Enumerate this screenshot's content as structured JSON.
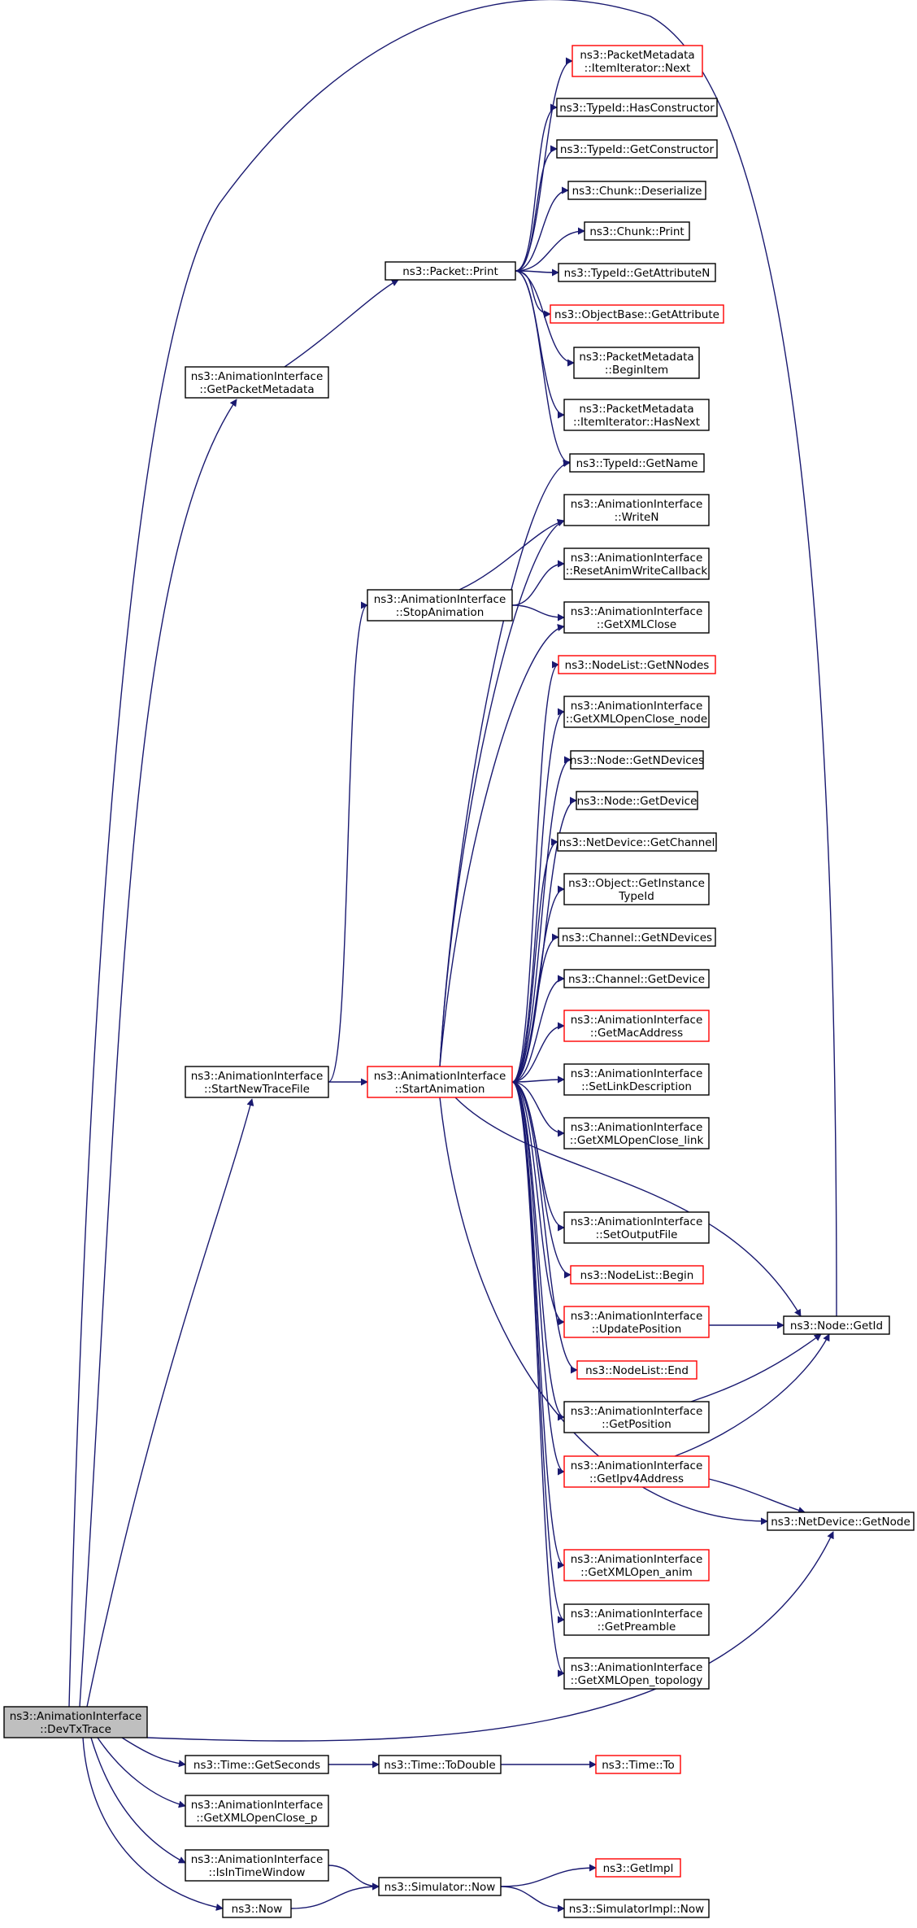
{
  "colors": {
    "edge": "#191970",
    "normal_border": "#000000",
    "truncated_border": "#ff0000",
    "root_fill": "#bfbfbf",
    "node_fill": "#ffffff"
  },
  "nodes": [
    {
      "id": "devtx",
      "lines": [
        "ns3::AnimationInterface",
        "::DevTxTrace"
      ],
      "style": "root"
    },
    {
      "id": "getpktmeta",
      "lines": [
        "ns3::AnimationInterface",
        "::GetPacketMetadata"
      ],
      "style": "normal"
    },
    {
      "id": "startnewtrace",
      "lines": [
        "ns3::AnimationInterface",
        "::StartNewTraceFile"
      ],
      "style": "normal"
    },
    {
      "id": "time_getseconds",
      "lines": [
        "ns3::Time::GetSeconds"
      ],
      "style": "normal"
    },
    {
      "id": "getxmlopenclose_p",
      "lines": [
        "ns3::AnimationInterface",
        "::GetXMLOpenClose_p"
      ],
      "style": "normal"
    },
    {
      "id": "isintimewindow",
      "lines": [
        "ns3::AnimationInterface",
        "::IsInTimeWindow"
      ],
      "style": "normal"
    },
    {
      "id": "ns3_now",
      "lines": [
        "ns3::Now"
      ],
      "style": "normal"
    },
    {
      "id": "packet_print",
      "lines": [
        "ns3::Packet::Print"
      ],
      "style": "normal"
    },
    {
      "id": "stopanim",
      "lines": [
        "ns3::AnimationInterface",
        "::StopAnimation"
      ],
      "style": "normal"
    },
    {
      "id": "startanim",
      "lines": [
        "ns3::AnimationInterface",
        "::StartAnimation"
      ],
      "style": "truncated"
    },
    {
      "id": "time_todouble",
      "lines": [
        "ns3::Time::ToDouble"
      ],
      "style": "normal"
    },
    {
      "id": "sim_now",
      "lines": [
        "ns3::Simulator::Now"
      ],
      "style": "normal"
    },
    {
      "id": "pm_next",
      "lines": [
        "ns3::PacketMetadata",
        "::ItemIterator::Next"
      ],
      "style": "truncated"
    },
    {
      "id": "hasctor",
      "lines": [
        "ns3::TypeId::HasConstructor"
      ],
      "style": "normal"
    },
    {
      "id": "getctor",
      "lines": [
        "ns3::TypeId::GetConstructor"
      ],
      "style": "normal"
    },
    {
      "id": "chunk_deser",
      "lines": [
        "ns3::Chunk::Deserialize"
      ],
      "style": "normal"
    },
    {
      "id": "chunk_print",
      "lines": [
        "ns3::Chunk::Print"
      ],
      "style": "normal"
    },
    {
      "id": "getattrn",
      "lines": [
        "ns3::TypeId::GetAttributeN"
      ],
      "style": "normal"
    },
    {
      "id": "objbase_getattr",
      "lines": [
        "ns3::ObjectBase::GetAttribute"
      ],
      "style": "truncated"
    },
    {
      "id": "pm_beginitem",
      "lines": [
        "ns3::PacketMetadata",
        "::BeginItem"
      ],
      "style": "normal"
    },
    {
      "id": "pm_hasnext",
      "lines": [
        "ns3::PacketMetadata",
        "::ItemIterator::HasNext"
      ],
      "style": "normal"
    },
    {
      "id": "typeid_getname",
      "lines": [
        "ns3::TypeId::GetName"
      ],
      "style": "normal"
    },
    {
      "id": "writen",
      "lines": [
        "ns3::AnimationInterface",
        "::WriteN"
      ],
      "style": "normal"
    },
    {
      "id": "resetanimwrite",
      "lines": [
        "ns3::AnimationInterface",
        "::ResetAnimWriteCallback"
      ],
      "style": "normal"
    },
    {
      "id": "getxmlclose",
      "lines": [
        "ns3::AnimationInterface",
        "::GetXMLClose"
      ],
      "style": "normal"
    },
    {
      "id": "nodelist_getnnodes",
      "lines": [
        "ns3::NodeList::GetNNodes"
      ],
      "style": "truncated"
    },
    {
      "id": "getxmlopenclose_node",
      "lines": [
        "ns3::AnimationInterface",
        "::GetXMLOpenClose_node"
      ],
      "style": "normal"
    },
    {
      "id": "node_getndevices",
      "lines": [
        "ns3::Node::GetNDevices"
      ],
      "style": "normal"
    },
    {
      "id": "node_getdevice",
      "lines": [
        "ns3::Node::GetDevice"
      ],
      "style": "normal"
    },
    {
      "id": "netdev_getchannel",
      "lines": [
        "ns3::NetDevice::GetChannel"
      ],
      "style": "normal"
    },
    {
      "id": "obj_getinstance",
      "lines": [
        "ns3::Object::GetInstance",
        "TypeId"
      ],
      "style": "normal"
    },
    {
      "id": "chan_getndevices",
      "lines": [
        "ns3::Channel::GetNDevices"
      ],
      "style": "normal"
    },
    {
      "id": "chan_getdevice",
      "lines": [
        "ns3::Channel::GetDevice"
      ],
      "style": "normal"
    },
    {
      "id": "getmacaddr",
      "lines": [
        "ns3::AnimationInterface",
        "::GetMacAddress"
      ],
      "style": "truncated"
    },
    {
      "id": "setlinkdesc",
      "lines": [
        "ns3::AnimationInterface",
        "::SetLinkDescription"
      ],
      "style": "normal"
    },
    {
      "id": "getxmlopenclose_link",
      "lines": [
        "ns3::AnimationInterface",
        "::GetXMLOpenClose_link"
      ],
      "style": "normal"
    },
    {
      "id": "setoutputfile",
      "lines": [
        "ns3::AnimationInterface",
        "::SetOutputFile"
      ],
      "style": "normal"
    },
    {
      "id": "nodelist_begin",
      "lines": [
        "ns3::NodeList::Begin"
      ],
      "style": "truncated"
    },
    {
      "id": "updatepos",
      "lines": [
        "ns3::AnimationInterface",
        "::UpdatePosition"
      ],
      "style": "truncated"
    },
    {
      "id": "nodelist_end",
      "lines": [
        "ns3::NodeList::End"
      ],
      "style": "truncated"
    },
    {
      "id": "getposition",
      "lines": [
        "ns3::AnimationInterface",
        "::GetPosition"
      ],
      "style": "normal"
    },
    {
      "id": "getipv4",
      "lines": [
        "ns3::AnimationInterface",
        "::GetIpv4Address"
      ],
      "style": "truncated"
    },
    {
      "id": "getxmlopen_anim",
      "lines": [
        "ns3::AnimationInterface",
        "::GetXMLOpen_anim"
      ],
      "style": "truncated"
    },
    {
      "id": "getpreamble",
      "lines": [
        "ns3::AnimationInterface",
        "::GetPreamble"
      ],
      "style": "normal"
    },
    {
      "id": "getxmlopen_topo",
      "lines": [
        "ns3::AnimationInterface",
        "::GetXMLOpen_topology"
      ],
      "style": "normal"
    },
    {
      "id": "time_to",
      "lines": [
        "ns3::Time::To"
      ],
      "style": "truncated"
    },
    {
      "id": "getimpl",
      "lines": [
        "ns3::GetImpl"
      ],
      "style": "truncated"
    },
    {
      "id": "simimpl_now",
      "lines": [
        "ns3::SimulatorImpl::Now"
      ],
      "style": "normal"
    },
    {
      "id": "node_getid",
      "lines": [
        "ns3::Node::GetId"
      ],
      "style": "normal"
    },
    {
      "id": "netdev_getnode",
      "lines": [
        "ns3::NetDevice::GetNode"
      ],
      "style": "normal"
    }
  ],
  "edges": [
    [
      "devtx",
      "getpktmeta"
    ],
    [
      "devtx",
      "startnewtrace"
    ],
    [
      "devtx",
      "time_getseconds"
    ],
    [
      "devtx",
      "getxmlopenclose_p"
    ],
    [
      "devtx",
      "isintimewindow"
    ],
    [
      "devtx",
      "ns3_now"
    ],
    [
      "devtx",
      "node_getid"
    ],
    [
      "devtx",
      "netdev_getnode"
    ],
    [
      "getpktmeta",
      "packet_print"
    ],
    [
      "packet_print",
      "pm_next"
    ],
    [
      "packet_print",
      "hasctor"
    ],
    [
      "packet_print",
      "getctor"
    ],
    [
      "packet_print",
      "chunk_deser"
    ],
    [
      "packet_print",
      "chunk_print"
    ],
    [
      "packet_print",
      "getattrn"
    ],
    [
      "packet_print",
      "objbase_getattr"
    ],
    [
      "packet_print",
      "pm_beginitem"
    ],
    [
      "packet_print",
      "pm_hasnext"
    ],
    [
      "packet_print",
      "typeid_getname"
    ],
    [
      "startnewtrace",
      "stopanim"
    ],
    [
      "startnewtrace",
      "startanim"
    ],
    [
      "stopanim",
      "writen"
    ],
    [
      "stopanim",
      "resetanimwrite"
    ],
    [
      "stopanim",
      "getxmlclose"
    ],
    [
      "startanim",
      "typeid_getname"
    ],
    [
      "startanim",
      "writen"
    ],
    [
      "startanim",
      "getxmlclose"
    ],
    [
      "startanim",
      "nodelist_getnnodes"
    ],
    [
      "startanim",
      "getxmlopenclose_node"
    ],
    [
      "startanim",
      "node_getndevices"
    ],
    [
      "startanim",
      "node_getdevice"
    ],
    [
      "startanim",
      "netdev_getchannel"
    ],
    [
      "startanim",
      "obj_getinstance"
    ],
    [
      "startanim",
      "chan_getndevices"
    ],
    [
      "startanim",
      "chan_getdevice"
    ],
    [
      "startanim",
      "getmacaddr"
    ],
    [
      "startanim",
      "setlinkdesc"
    ],
    [
      "startanim",
      "getxmlopenclose_link"
    ],
    [
      "startanim",
      "node_getid"
    ],
    [
      "startanim",
      "setoutputfile"
    ],
    [
      "startanim",
      "nodelist_begin"
    ],
    [
      "startanim",
      "updatepos"
    ],
    [
      "startanim",
      "nodelist_end"
    ],
    [
      "startanim",
      "getposition"
    ],
    [
      "startanim",
      "getipv4"
    ],
    [
      "startanim",
      "netdev_getnode"
    ],
    [
      "startanim",
      "getxmlopen_anim"
    ],
    [
      "startanim",
      "getpreamble"
    ],
    [
      "startanim",
      "getxmlopen_topo"
    ],
    [
      "updatepos",
      "node_getid"
    ],
    [
      "getposition",
      "node_getid"
    ],
    [
      "getipv4",
      "node_getid"
    ],
    [
      "getipv4",
      "netdev_getnode"
    ],
    [
      "time_getseconds",
      "time_todouble"
    ],
    [
      "time_todouble",
      "time_to"
    ],
    [
      "isintimewindow",
      "sim_now"
    ],
    [
      "ns3_now",
      "sim_now"
    ],
    [
      "sim_now",
      "getimpl"
    ],
    [
      "sim_now",
      "simimpl_now"
    ]
  ]
}
